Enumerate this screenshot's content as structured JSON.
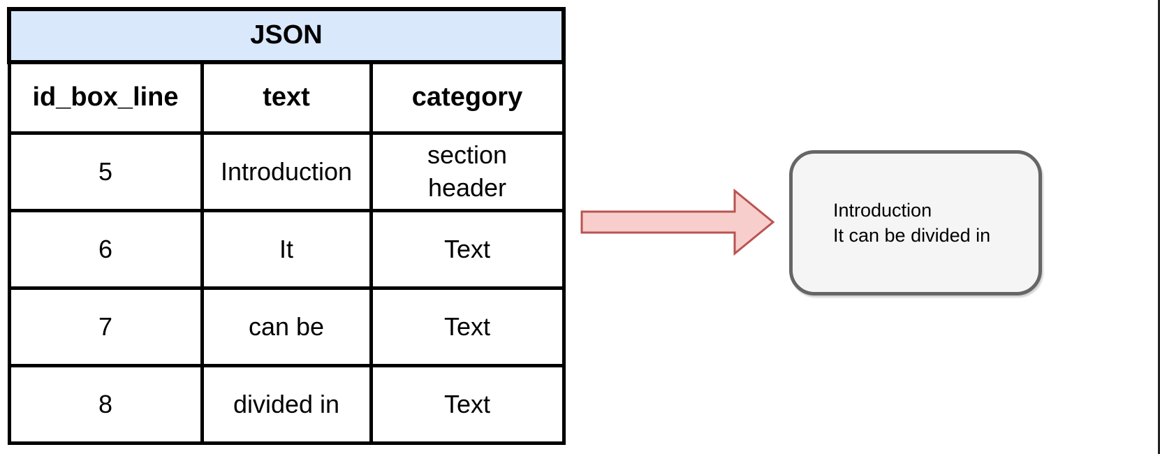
{
  "diagram": {
    "table": {
      "title": "JSON",
      "columns": [
        "id_box_line",
        "text",
        "category"
      ],
      "rows": [
        [
          "5",
          "Introduction",
          "section\nheader"
        ],
        [
          "6",
          "It",
          "Text"
        ],
        [
          "7",
          "can be",
          "Text"
        ],
        [
          "8",
          "divided in",
          "Text"
        ]
      ]
    },
    "output_box": {
      "text": "Introduction\nIt can be divided in"
    }
  },
  "colors": {
    "table_title_bg": "#dae8fc",
    "table_border": "#000000",
    "arrow_fill": "#f8cecc",
    "arrow_stroke": "#b85450",
    "box_fill": "#f5f5f5",
    "box_stroke": "#666666"
  }
}
